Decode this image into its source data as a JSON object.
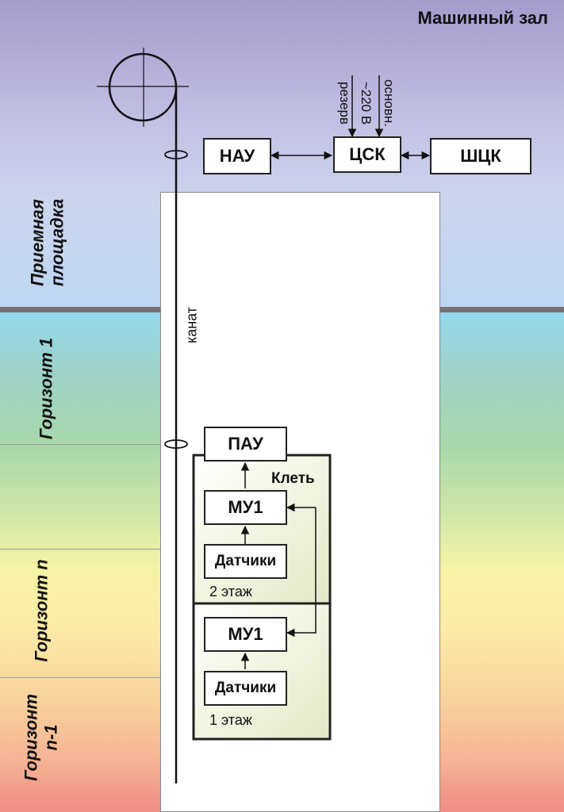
{
  "zones": {
    "machine_room": "Машинный зал",
    "landing": "Приемная площадка",
    "horizon_1": "Горизонт 1",
    "horizon_n": "Горизонт n",
    "horizon_n_minus_1": "Горизонт n-1"
  },
  "blocks": {
    "nau": "НАУ",
    "tsk": "ЦСК",
    "shtsk": "ШЦК",
    "pau": "ПАУ",
    "mu1_upper": "МУ1",
    "sensors_upper": "Датчики",
    "mu1_lower": "МУ1",
    "sensors_lower": "Датчики"
  },
  "labels": {
    "rope": "канат",
    "cage": "Клеть",
    "floor_2": "2 этаж",
    "floor_1": "1 этаж",
    "power_main": "основн.",
    "power_voltage": "~220 В",
    "power_reserve": "резерв"
  }
}
